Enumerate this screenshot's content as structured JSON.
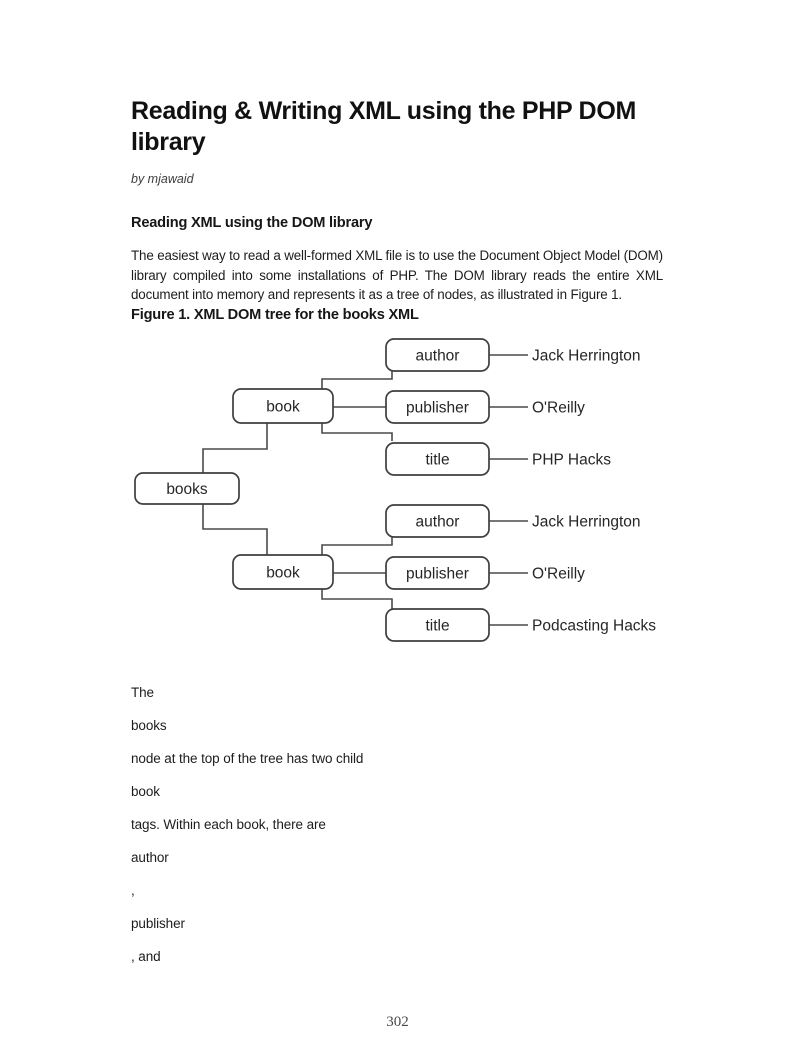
{
  "page": {
    "title": "Reading & Writing XML using the PHP DOM library",
    "byline": "by mjawaid",
    "page_number": "302"
  },
  "article": {
    "section_heading": "Reading XML using the DOM library",
    "intro_paragraph": "The easiest way to read a well-formed XML file is to use the Document Object Model (DOM) library compiled into some installations of PHP. The DOM library reads the entire XML document into memory and represents it as a tree of nodes, as illustrated in Figure 1.",
    "figure_caption": "Figure 1. XML DOM tree for the books XML",
    "fragments": [
      "The",
      "books",
      "node at the top of the tree has two child",
      "book",
      "tags. Within each book, there are",
      "author",
      ",",
      "publisher",
      ", and"
    ]
  },
  "diagram": {
    "root_label": "books",
    "subtrees": [
      {
        "node_label": "book",
        "children": [
          {
            "tag": "author",
            "value": "Jack Herrington"
          },
          {
            "tag": "publisher",
            "value": "O'Reilly"
          },
          {
            "tag": "title",
            "value": "PHP Hacks"
          }
        ]
      },
      {
        "node_label": "book",
        "children": [
          {
            "tag": "author",
            "value": "Jack Herrington"
          },
          {
            "tag": "publisher",
            "value": "O'Reilly"
          },
          {
            "tag": "title",
            "value": "Podcasting Hacks"
          }
        ]
      }
    ],
    "colors": {
      "box_stroke": "#3e3e3e",
      "edge_stroke": "#4a4a4a",
      "text": "#262626",
      "box_fill": "#ffffff"
    }
  }
}
